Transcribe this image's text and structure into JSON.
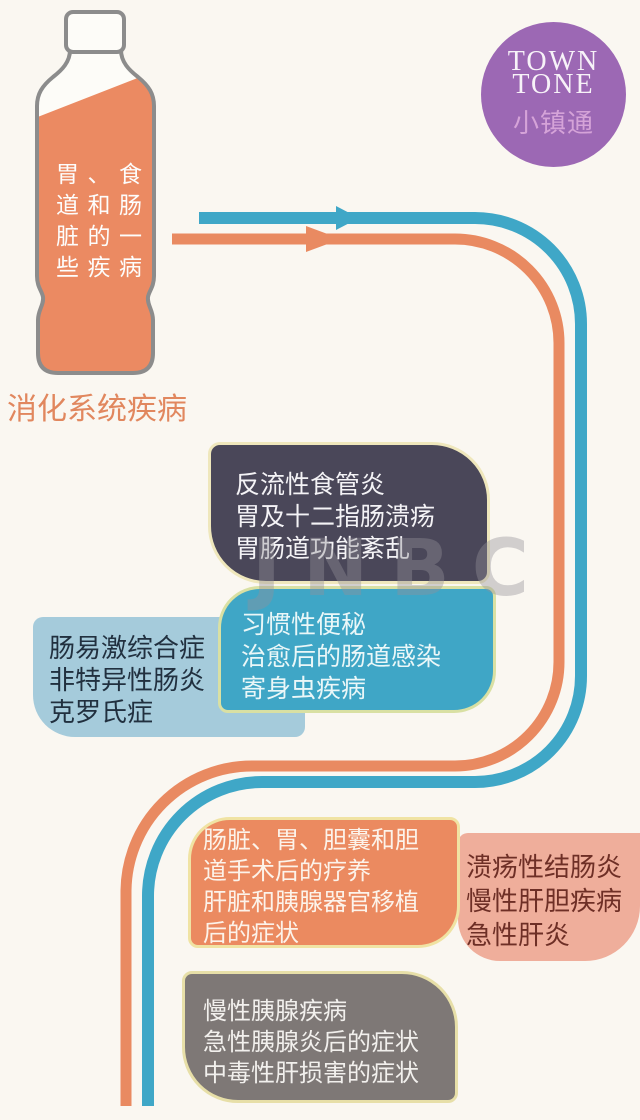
{
  "brand": {
    "name_line1": "TOWN",
    "name_line2": "TONE",
    "name_line3": "小镇通"
  },
  "source": {
    "bottle_label_lines": [
      "胃、食",
      "道和肠",
      "脏的一",
      "些疾病"
    ],
    "caption": "消化系统疾病"
  },
  "watermark": "JNBC",
  "cards": {
    "upper_gi": {
      "lines": [
        "反流性食管炎",
        "胃及十二指肠溃疡",
        "胃肠道功能紊乱"
      ]
    },
    "bowel": {
      "lines": [
        "肠易激综合症",
        "非特异性肠炎",
        "克罗氏症"
      ]
    },
    "intestinal": {
      "lines": [
        "习惯性便秘",
        "治愈后的肠道感染",
        "寄身虫疾病"
      ]
    },
    "surgery": {
      "lines": [
        "肠脏、胃、胆囊和胆",
        "道手术后的疗养",
        "肝脏和胰腺器官移植",
        "后的症状"
      ]
    },
    "liver": {
      "lines": [
        "溃疡性结肠炎",
        "慢性肝胆疾病",
        "急性肝炎"
      ]
    },
    "pancreas": {
      "lines": [
        "慢性胰腺疾病",
        "急性胰腺炎后的症状",
        "中毒性肝损害的症状"
      ]
    }
  },
  "colors": {
    "background": "#FAF7F1",
    "flow_orange": "#E98A61",
    "flow_teal": "#3FA7C7",
    "dark_card": "#4A4759",
    "light_blue_card": "#A5CBDB",
    "teal_card": "#3FA6C6",
    "orange_card": "#EB8A60",
    "pink_card": "#EFAE9B",
    "gray_card": "#7E7876",
    "pale_yellow_border": "#EBE3A8",
    "logo_purple": "#9C68B4",
    "logo_subtitle_pink": "#D5A3D8",
    "maroon_text": "#6E2F26",
    "caption_orange": "#E1875E"
  }
}
